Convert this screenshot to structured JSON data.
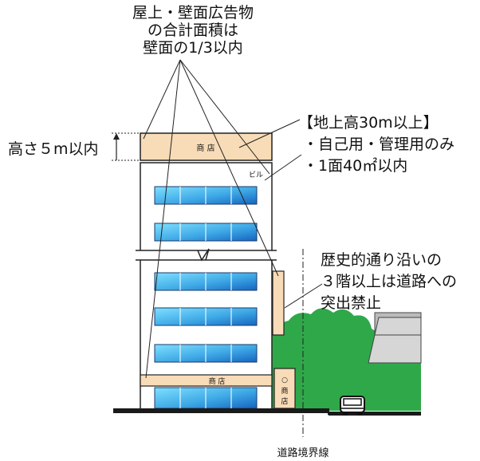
{
  "top_caption": [
    "屋上・壁面広告物",
    "の合計面積は",
    "壁面の1/3以内"
  ],
  "height_label": "高さ５m以内",
  "rooftop_sign": "商 店",
  "building_label": "ビル",
  "right_top": [
    "【地上高30m以上】",
    "・自己用・管理用のみ",
    "・1面40㎡以内"
  ],
  "right_mid": [
    "歴史的通り沿いの",
    "３階以上は道路への",
    "突出禁止"
  ],
  "ground_sign": "商 店",
  "standing_sign": [
    "○",
    "商",
    "店"
  ],
  "road_boundary": "道路境界線",
  "colors": {
    "sign_fill": "#f8dcb8",
    "window_light": "#5fd0f2",
    "window_dark": "#1a7fd0",
    "greenery": "#2fa84a",
    "ground": "#1a1a1a"
  }
}
